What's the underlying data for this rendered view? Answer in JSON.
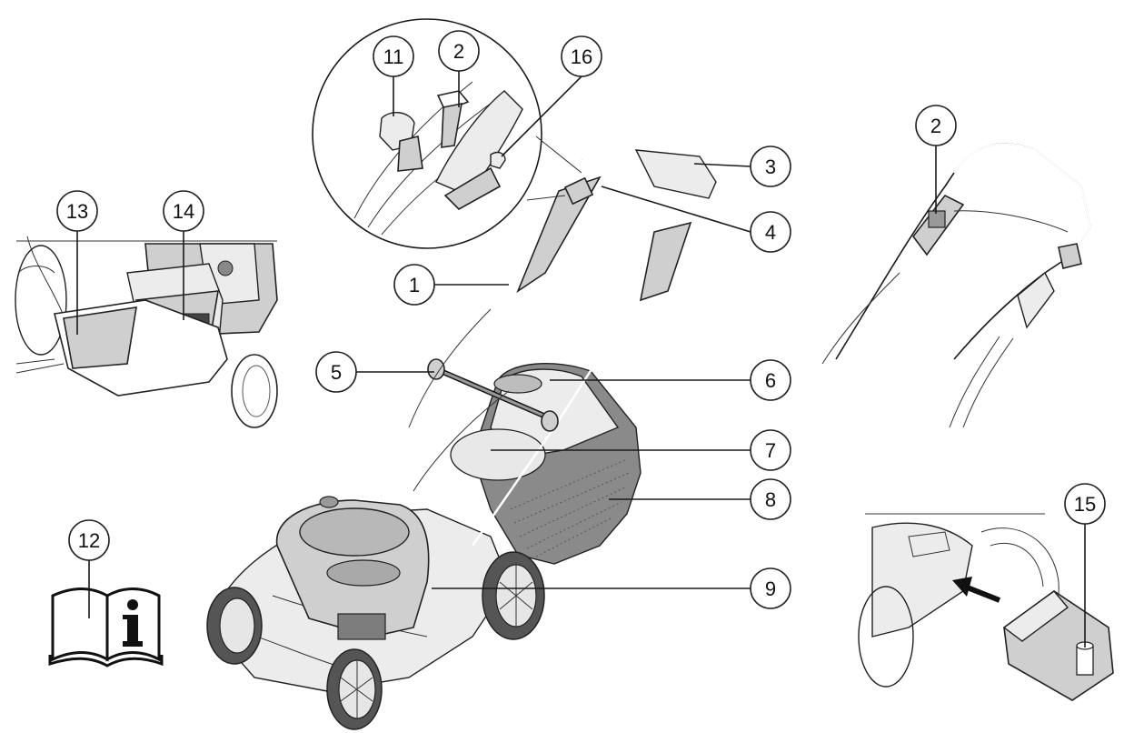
{
  "callouts": [
    {
      "id": "c1",
      "label": "1"
    },
    {
      "id": "c2a",
      "label": "2"
    },
    {
      "id": "c2b",
      "label": "2"
    },
    {
      "id": "c3",
      "label": "3"
    },
    {
      "id": "c4",
      "label": "4"
    },
    {
      "id": "c5",
      "label": "5"
    },
    {
      "id": "c6",
      "label": "6"
    },
    {
      "id": "c7",
      "label": "7"
    },
    {
      "id": "c8",
      "label": "8"
    },
    {
      "id": "c9",
      "label": "9"
    },
    {
      "id": "c11",
      "label": "11"
    },
    {
      "id": "c12",
      "label": "12"
    },
    {
      "id": "c13",
      "label": "13"
    },
    {
      "id": "c14",
      "label": "14"
    },
    {
      "id": "c15",
      "label": "15"
    },
    {
      "id": "c16",
      "label": "16"
    }
  ],
  "colors": {
    "line": "#1a1a1a",
    "fill_mid": "#cfcfcf",
    "fill_dark": "#8a8a8a",
    "background": "#ffffff"
  },
  "icons": {
    "manual": "manual-info-icon",
    "arrow": "insert-arrow-icon"
  }
}
